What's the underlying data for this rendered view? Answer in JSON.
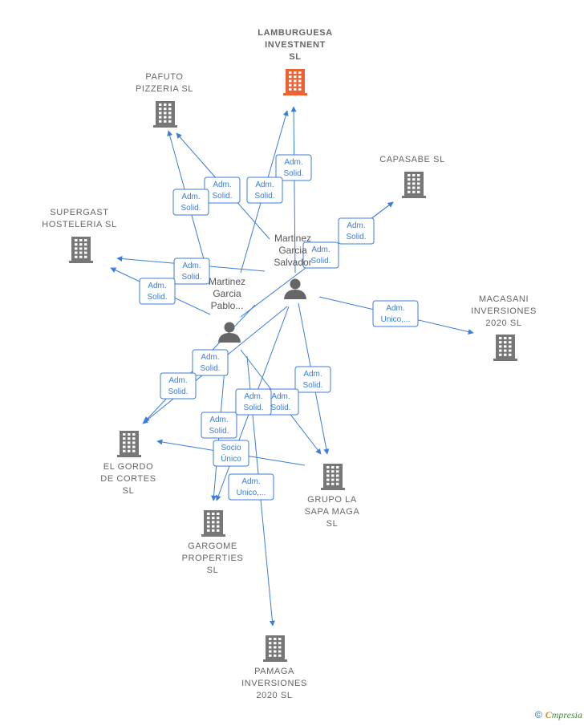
{
  "colors": {
    "edge": "#3b7dd8",
    "building": "#777777",
    "highlight": "#f06030",
    "person": "#666666"
  },
  "companies": [
    {
      "id": "lamburguesa",
      "lines": [
        "LAMBURGUESA",
        "INVESTNENT",
        "SL"
      ],
      "highlight": true
    },
    {
      "id": "pafuto",
      "lines": [
        "PAFUTO",
        "PIZZERIA  SL"
      ]
    },
    {
      "id": "capasabe",
      "lines": [
        "CAPASABE  SL"
      ]
    },
    {
      "id": "supergast",
      "lines": [
        "SUPERGAST",
        "HOSTELERIA SL"
      ]
    },
    {
      "id": "macasani",
      "lines": [
        "MACASANI",
        "INVERSIONES",
        "2020  SL"
      ]
    },
    {
      "id": "elgordo",
      "lines": [
        "EL GORDO",
        "DE CORTES",
        "SL"
      ]
    },
    {
      "id": "grupo",
      "lines": [
        "GRUPO LA",
        "SAPA MAGA",
        "SL"
      ]
    },
    {
      "id": "gargome",
      "lines": [
        "GARGOME",
        "PROPERTIES",
        "SL"
      ]
    },
    {
      "id": "pamaga",
      "lines": [
        "PAMAGA",
        "INVERSIONES",
        "2020  SL"
      ]
    }
  ],
  "persons": [
    {
      "id": "salvador",
      "lines": [
        "Martinez",
        "Garcia",
        "Salvador"
      ]
    },
    {
      "id": "pablo",
      "lines": [
        "Martinez",
        "Garcia",
        "Pablo..."
      ]
    }
  ],
  "edges": [
    {
      "from": "salvador",
      "to": "lamburguesa",
      "label": [
        "Adm.",
        "Solid."
      ]
    },
    {
      "from": "pablo",
      "to": "lamburguesa",
      "label": [
        "Adm.",
        "Solid."
      ]
    },
    {
      "from": "salvador",
      "to": "pafuto",
      "label": [
        "Adm.",
        "Solid."
      ]
    },
    {
      "from": "pablo",
      "to": "pafuto",
      "label": [
        "Adm.",
        "Solid."
      ]
    },
    {
      "from": "salvador",
      "to": "capasabe",
      "label": [
        "Adm.",
        "Solid."
      ]
    },
    {
      "from": "pablo",
      "to": "capasabe",
      "label": [
        "Adm.",
        "Solid."
      ]
    },
    {
      "from": "salvador",
      "to": "supergast",
      "label": [
        "Adm.",
        "Solid."
      ]
    },
    {
      "from": "pablo",
      "to": "supergast",
      "label": [
        "Adm.",
        "Solid."
      ]
    },
    {
      "from": "salvador",
      "to": "macasani",
      "label": [
        "Adm.",
        "Unico,..."
      ]
    },
    {
      "from": "salvador",
      "to": "elgordo",
      "label": [
        "Adm.",
        "Solid."
      ]
    },
    {
      "from": "pablo",
      "to": "elgordo",
      "label": [
        "Adm.",
        "Solid."
      ]
    },
    {
      "from": "salvador",
      "to": "grupo",
      "label": [
        "Adm.",
        "Solid."
      ]
    },
    {
      "from": "pablo",
      "to": "grupo",
      "label": [
        "Adm.",
        "Solid."
      ]
    },
    {
      "from": "salvador",
      "to": "gargome",
      "label": [
        "Adm.",
        "Solid."
      ]
    },
    {
      "from": "pablo",
      "to": "gargome",
      "label": [
        "Adm.",
        "Solid."
      ]
    },
    {
      "from": "grupo",
      "to": "elgordo",
      "label": [
        "Socio",
        "Único"
      ]
    },
    {
      "from": "pablo",
      "to": "pamaga",
      "label": [
        "Adm.",
        "Unico,..."
      ]
    }
  ],
  "footer": {
    "copyright": "©",
    "brand_initial": "C",
    "brand_rest": "mpresia"
  }
}
